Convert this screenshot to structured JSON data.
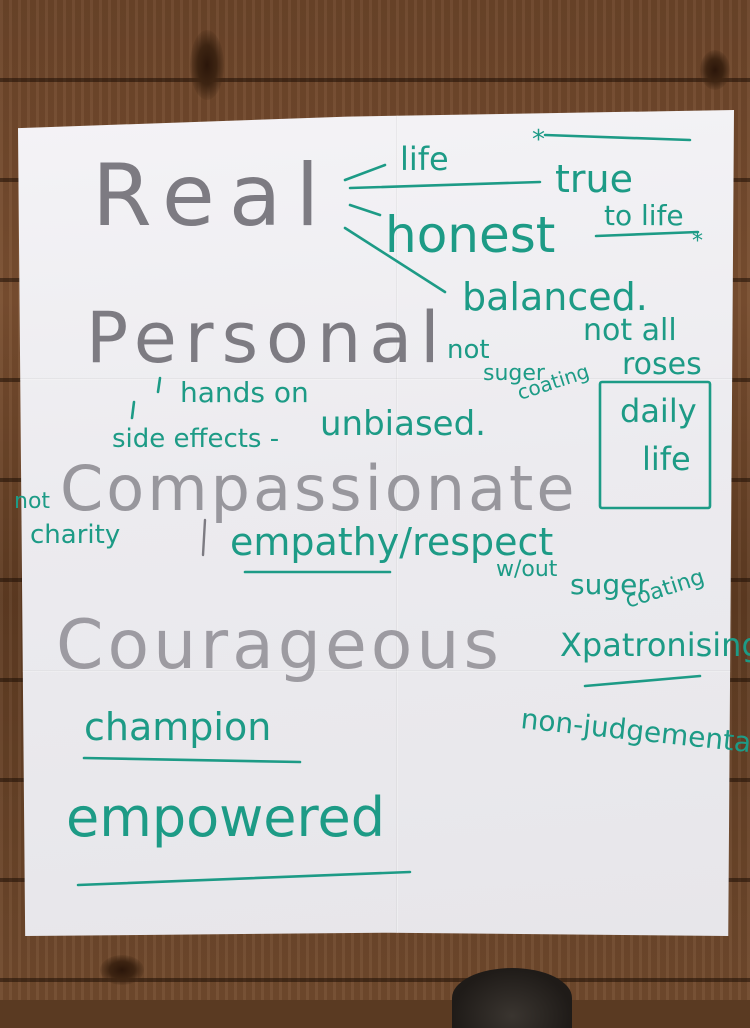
{
  "main_words": {
    "real": "Real",
    "personal": "Personal",
    "compassionate": "Compassionate",
    "courageous": "Courageous"
  },
  "notes": {
    "life": "life",
    "true": "true",
    "to_life": "to life",
    "honest": "honest",
    "balanced": "balanced.",
    "not_all": "not all",
    "roses": "roses",
    "not_suger_coating_1": "not",
    "not_suger_coating_2": "suger",
    "not_suger_coating_3": "coating",
    "daily": "daily",
    "daily_life": "life",
    "hands_on": "hands on",
    "side_effects": "side effects -",
    "unbiased": "unbiased.",
    "not_charity_1": "not",
    "not_charity_2": "charity",
    "empathy_respect": "empathy/respect",
    "wout": "w/out",
    "suger": "suger",
    "coating": "coating",
    "xpatronising": "Xpatronising",
    "non_judgemental": "non-judgemental",
    "champion": "champion",
    "empowered": "empowered",
    "star_1": "*",
    "star_2": "*"
  },
  "colors": {
    "marker_green": "#1d9b86",
    "marker_grey": "#7d7b82",
    "paper": "#eceaf0",
    "floor": "#6b4429"
  }
}
